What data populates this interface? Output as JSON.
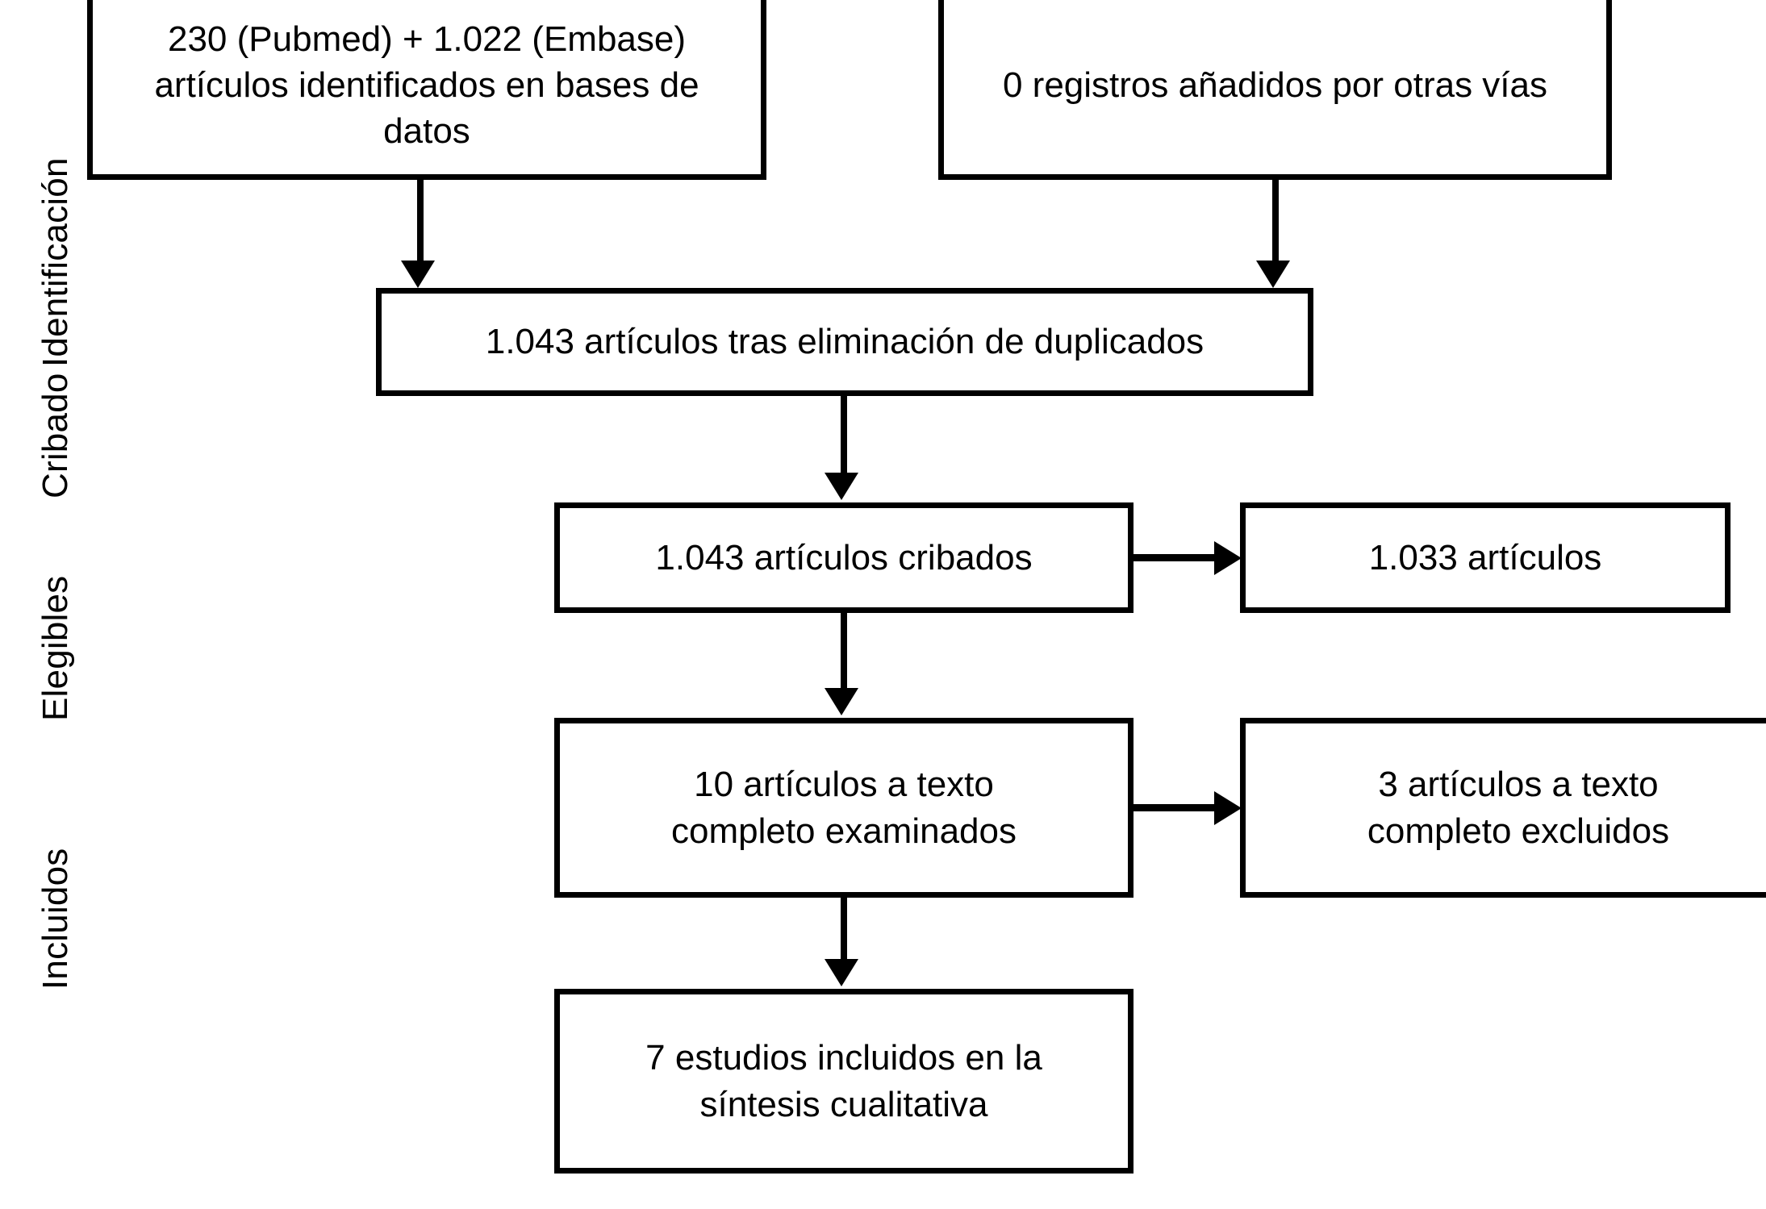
{
  "diagram": {
    "type": "prisma-flow-diagram",
    "language": "es",
    "background_color": "#ffffff",
    "line_color": "#000000",
    "text_color": "#000000",
    "stages": [
      {
        "id": "identificacion",
        "label": "Identificación"
      },
      {
        "id": "cribado",
        "label": "Cribado"
      },
      {
        "id": "elegibles",
        "label": "Elegibles"
      },
      {
        "id": "incluidos",
        "label": "Incluidos"
      }
    ],
    "boxes": [
      {
        "id": "records-databases",
        "stage": "identificacion",
        "text": "230 (Pubmed) + 1.022 (Embase)\nartículos identificados en bases de\ndatos"
      },
      {
        "id": "records-other-sources",
        "stage": "identificacion",
        "text": "0 registros añadidos por otras vías"
      },
      {
        "id": "records-after-duplicates",
        "stage": "identificacion",
        "text": "1.043 artículos tras eliminación de duplicados"
      },
      {
        "id": "records-screened",
        "stage": "cribado",
        "text": "1.043 artículos cribados"
      },
      {
        "id": "records-excluded",
        "stage": "cribado",
        "text": "1.033 artículos"
      },
      {
        "id": "fulltext-assessed",
        "stage": "elegibles",
        "text": "10 artículos a texto\ncompleto examinados"
      },
      {
        "id": "fulltext-excluded",
        "stage": "elegibles",
        "text": "3 artículos a texto\ncompleto excluidos"
      },
      {
        "id": "studies-included",
        "stage": "incluidos",
        "text": "7 estudios incluidos en la\nsíntesis cualitativa"
      }
    ],
    "connectors": [
      {
        "id": "databases-to-duplicates",
        "direction": "down"
      },
      {
        "id": "other-sources-to-duplicates",
        "direction": "down"
      },
      {
        "id": "duplicates-to-screened",
        "direction": "down"
      },
      {
        "id": "screened-to-excluded",
        "direction": "right"
      },
      {
        "id": "screened-to-fulltext",
        "direction": "down"
      },
      {
        "id": "fulltext-to-excluded",
        "direction": "right"
      },
      {
        "id": "fulltext-to-included",
        "direction": "down"
      }
    ]
  }
}
